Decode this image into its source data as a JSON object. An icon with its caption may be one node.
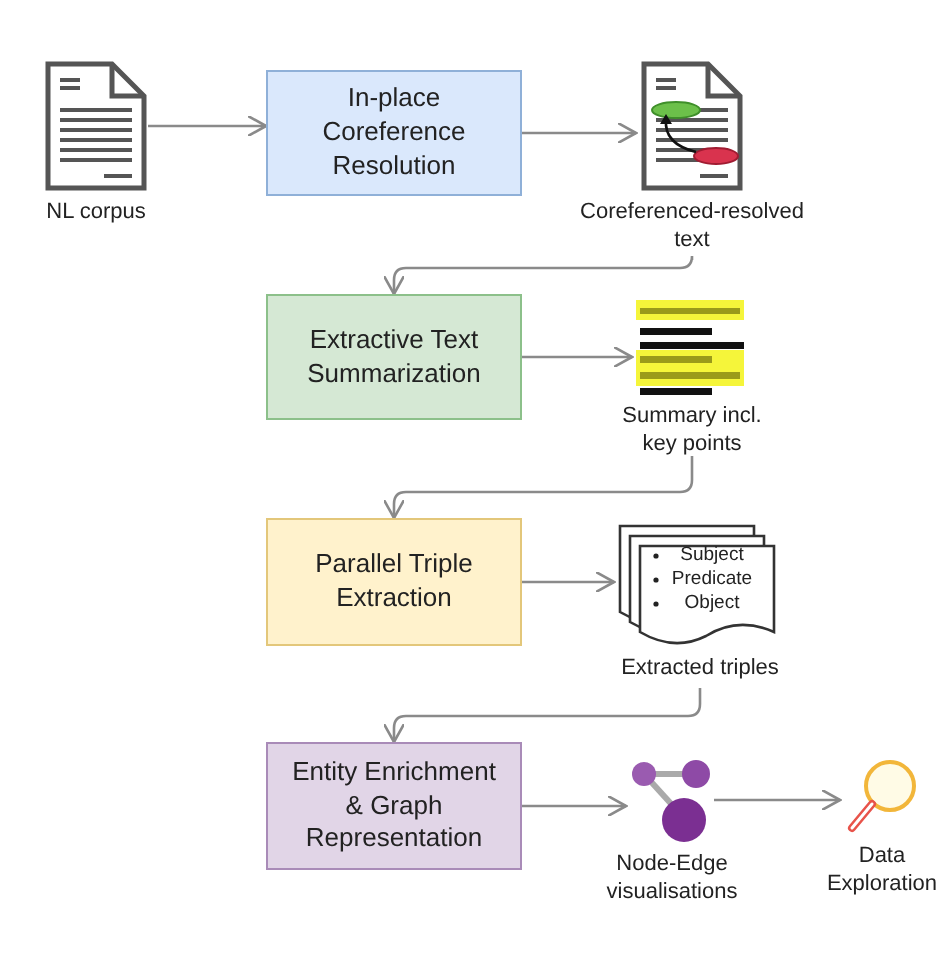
{
  "diagram": {
    "nodes": [
      {
        "text": [
          "NL corpus"
        ]
      },
      {
        "text": [
          "In-place Coreference Resolution"
        ]
      },
      {
        "text": [
          "Coreferenced-resolved text"
        ]
      },
      {
        "text": [
          "Extractive Text Summarization"
        ]
      },
      {
        "text": [
          "Summary incl. key points"
        ]
      },
      {
        "text": [
          "Parallel Triple Extraction"
        ]
      },
      {
        "text": [
          "Subject",
          "Predicate",
          "Object",
          "Extracted triples"
        ]
      },
      {
        "text": [
          "Entity Enrichment & Graph Representation"
        ]
      },
      {
        "text": [
          "Node-Edge visualisations"
        ]
      },
      {
        "text": [
          "Data Exploration"
        ]
      }
    ],
    "edges": [
      {
        "from": 0,
        "to": 1,
        "arrow": "to"
      },
      {
        "from": 1,
        "to": 2,
        "arrow": "to"
      },
      {
        "from": 2,
        "to": 3,
        "arrow": "to"
      },
      {
        "from": 3,
        "to": 4,
        "arrow": "to"
      },
      {
        "from": 4,
        "to": 5,
        "arrow": "to"
      },
      {
        "from": 5,
        "to": 6,
        "arrow": "to"
      },
      {
        "from": 6,
        "to": 7,
        "arrow": "to"
      },
      {
        "from": 7,
        "to": 8,
        "arrow": "to"
      },
      {
        "from": 8,
        "to": 9,
        "arrow": "to"
      }
    ]
  }
}
